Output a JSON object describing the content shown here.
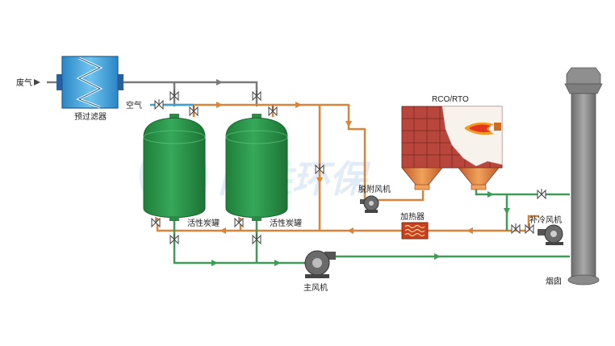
{
  "labels": {
    "waste_gas": "废气",
    "prefilter": "预过滤器",
    "air": "空气",
    "carbon_tank_1": "活性炭罐",
    "carbon_tank_2": "活性炭罐",
    "rco_rto": "RCO/RTO",
    "desorption_fan": "脱附风机",
    "heater": "加热器",
    "cooling_fan": "补冷风机",
    "main_fan": "主风机",
    "chimney": "烟囱"
  },
  "colors": {
    "exhaust_line": "#7a7a7a",
    "hot_line": "#d9843a",
    "clean_line": "#3f9b57",
    "air_line": "#3aa0dc",
    "tank": "#2f9a4c",
    "rco_brick": "#b8463c",
    "chimney": "#8c8c8c"
  }
}
